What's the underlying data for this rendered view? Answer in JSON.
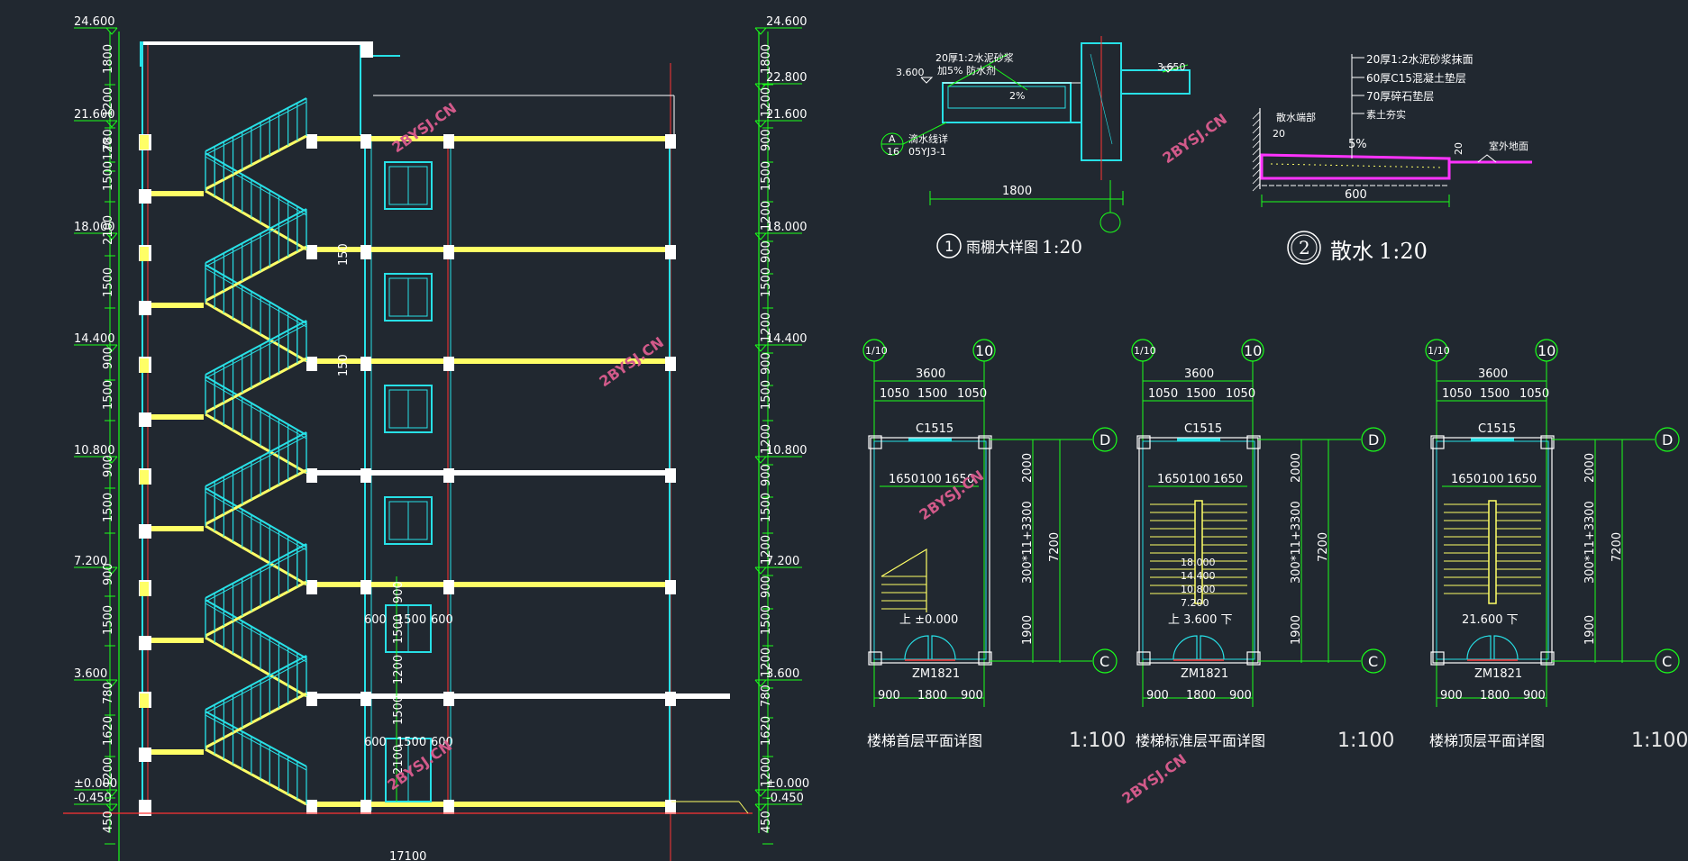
{
  "colors": {
    "background": "#212830",
    "green": "#1aff1a",
    "cyan": "#27e0e6",
    "yellow": "#ffff66",
    "white": "#ffffff",
    "magenta": "#ff33ff",
    "red": "#ff3333",
    "watermark": "#d25a8a"
  },
  "section": {
    "left_elevations": [
      "24.600",
      "21.600",
      "18.000",
      "14.400",
      "10.800",
      "7.200",
      "3.600",
      "±0.000",
      "-0.450"
    ],
    "right_elevations": [
      "24.600",
      "22.800",
      "21.600",
      "18.000",
      "14.400",
      "10.800",
      "7.200",
      "3.600",
      "±0.000",
      "-0.450"
    ],
    "left_dims": [
      "1800",
      "1200",
      "780",
      "120",
      "1500",
      "2100",
      "1500",
      "900",
      "1500",
      "900",
      "1500",
      "900",
      "1500",
      "780",
      "1620",
      "1200",
      "450"
    ],
    "right_dims": [
      "1800",
      "1200",
      "900",
      "1500",
      "1200",
      "900",
      "1500",
      "1200",
      "900",
      "1500",
      "1200",
      "900",
      "1500",
      "1200",
      "900",
      "1500",
      "1200",
      "780",
      "1620",
      "1200",
      "450"
    ],
    "stair_dims": [
      "150",
      "150"
    ],
    "door_dims": [
      "600",
      "1500",
      "600",
      "900",
      "1500",
      "1200",
      "600",
      "1500",
      "600",
      "1500",
      "2100"
    ],
    "bottom_dim": "17100"
  },
  "detail1": {
    "title": "雨棚大样图",
    "scale": "1:20",
    "number": "1",
    "notes": [
      "20厚1:2水泥砂浆",
      "加5% 防水剂"
    ],
    "slope": "2%",
    "elev_left": "3.600",
    "elev_right": "3.650",
    "width": "1800",
    "ref_note": "滴水线详",
    "ref_code": "05YJ3-1",
    "ref_letter": "A",
    "ref_num": "16"
  },
  "detail2": {
    "title": "散水",
    "scale": "1:20",
    "number": "2",
    "layers": [
      "20厚1:2水泥砂浆抹面",
      "60厚C15混凝土垫层",
      "70厚碎石垫层",
      "素土夯实"
    ],
    "side_note": "散水端部",
    "slope": "5%",
    "dim_left": "20",
    "dim_right": "20",
    "width": "600",
    "ground": "室外地面"
  },
  "plans": [
    {
      "title": "楼梯首层平面详图",
      "scale": "1:100",
      "axis_top_left": "1/10",
      "axis_top_right": "10",
      "axis_d": "D",
      "axis_c": "C",
      "top_dim": "3600",
      "sub_dims": [
        "1050",
        "1500",
        "1050"
      ],
      "window": "C1515",
      "stair_dims": [
        "1650",
        "100",
        "1650"
      ],
      "right_dims": [
        "2000",
        "300*11+3300",
        "1900"
      ],
      "overall": "7200",
      "door": "ZM1821",
      "bottom_dims": [
        "900",
        "1800",
        "900"
      ],
      "levels": [],
      "level_label": "上 ±0.000"
    },
    {
      "title": "楼梯标准层平面详图",
      "scale": "1:100",
      "axis_top_left": "1/10",
      "axis_top_right": "10",
      "axis_d": "D",
      "axis_c": "C",
      "top_dim": "3600",
      "sub_dims": [
        "1050",
        "1500",
        "1050"
      ],
      "window": "C1515",
      "stair_dims": [
        "1650",
        "100",
        "1650"
      ],
      "right_dims": [
        "2000",
        "300*11+3300",
        "1900"
      ],
      "overall": "7200",
      "door": "ZM1821",
      "bottom_dims": [
        "900",
        "1800",
        "900"
      ],
      "levels": [
        "18.000",
        "14.400",
        "10.800",
        "7.200"
      ],
      "level_label": "上 3.600 下"
    },
    {
      "title": "楼梯顶层平面详图",
      "scale": "1:100",
      "axis_top_left": "1/10",
      "axis_top_right": "10",
      "axis_d": "D",
      "axis_c": "C",
      "top_dim": "3600",
      "sub_dims": [
        "1050",
        "1500",
        "1050"
      ],
      "window": "C1515",
      "stair_dims": [
        "1650",
        "100",
        "1650"
      ],
      "right_dims": [
        "2000",
        "300*11+3300",
        "1900"
      ],
      "overall": "7200",
      "door": "ZM1821",
      "bottom_dims": [
        "900",
        "1800",
        "900"
      ],
      "levels": [],
      "level_label": "21.600 下"
    }
  ],
  "watermarks": [
    "2BYSJ.CN",
    "2BYSJ.CN",
    "2BYSJ.CN",
    "2BYSJ.CN",
    "2BYSJ.CN",
    "2BYSJ.CN"
  ]
}
